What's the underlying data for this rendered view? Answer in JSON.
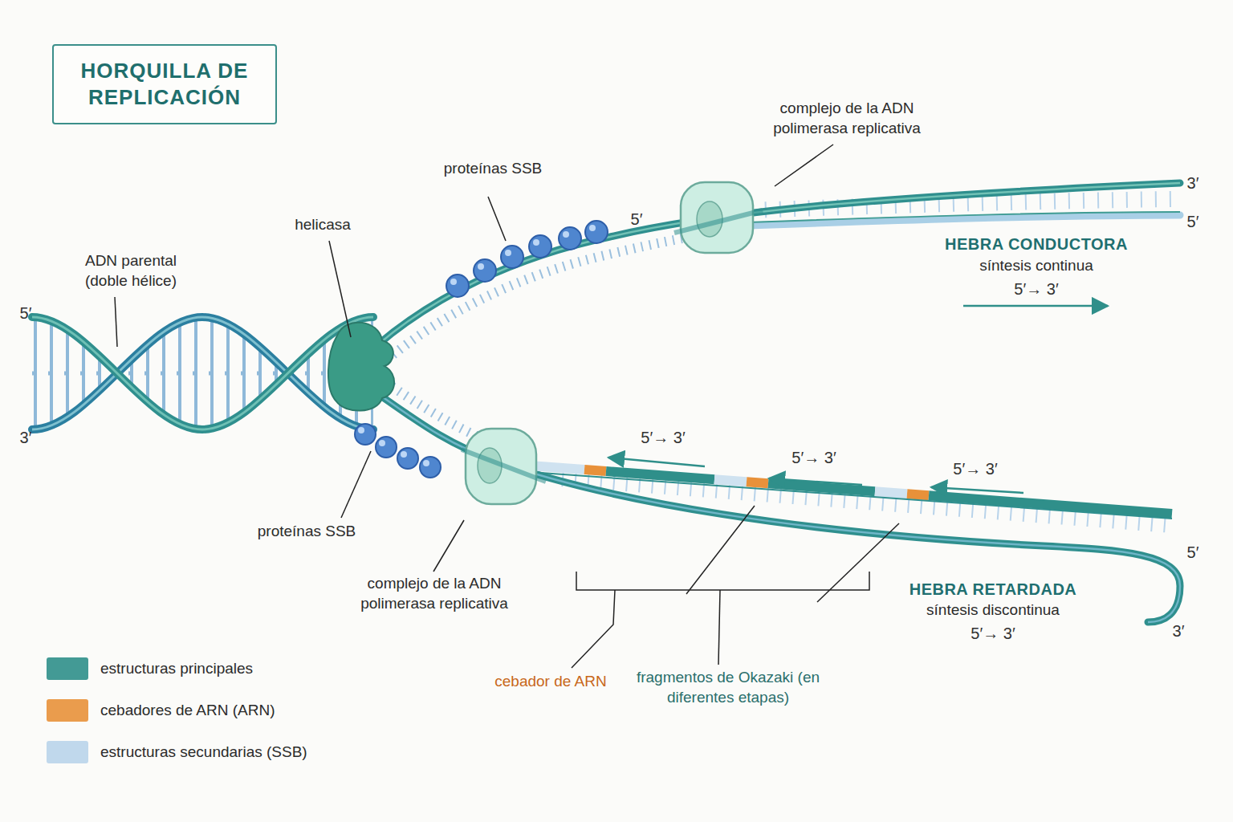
{
  "diagram": {
    "title": "HORQUILLA DE REPLICACIÓN",
    "labels": [
      "complejo de la ADN polimerasa replicativa",
      "proteínas SSB",
      "helicasa",
      "ADN parental (doble hélice)",
      "5′",
      "3′",
      "5′",
      "3′",
      "5′",
      "HEBRA CONDUCTORA",
      "síntesis continua",
      "5′→ 3′",
      "5′→ 3′",
      "5′→ 3′",
      "5′→ 3′",
      "proteínas SSB",
      "complejo de la ADN polimerasa replicativa",
      "5′",
      "3′",
      "HEBRA RETARDADA",
      "síntesis discontinua",
      "5′→ 3′",
      "cebador de ARN",
      "fragmentos de Okazaki (en diferentes etapas)"
    ],
    "legend": [
      {
        "text": "estructuras principales",
        "color": "#2f8f8a"
      },
      {
        "text": "cebadores de ARN (ARN)",
        "color": "#e8913a"
      },
      {
        "text": "estructuras secundarias (SSB)",
        "color": "#b9d4ea"
      }
    ]
  }
}
